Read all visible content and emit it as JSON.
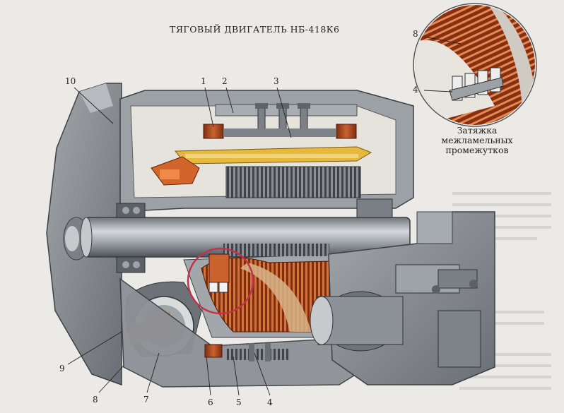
{
  "title": "ТЯГОВЫЙ ДВИГАТЕЛЬ НБ-418К6",
  "inset_caption": [
    "Затяжка",
    "межламельных",
    "промежутков"
  ],
  "callouts": {
    "n1": "1",
    "n2": "2",
    "n3": "3",
    "n4": "4",
    "n5": "5",
    "n6": "6",
    "n7": "7",
    "n8": "8",
    "n9": "9",
    "n10": "10",
    "inset_8": "8",
    "inset_4": "4"
  },
  "colors": {
    "housing": "#8d9196",
    "housing_dark": "#5a5f66",
    "copper": "#b2461e",
    "copper_light": "#d87a46",
    "yellow": "#e6b83c",
    "ring": "#c0344a",
    "paper": "#eceae6"
  }
}
